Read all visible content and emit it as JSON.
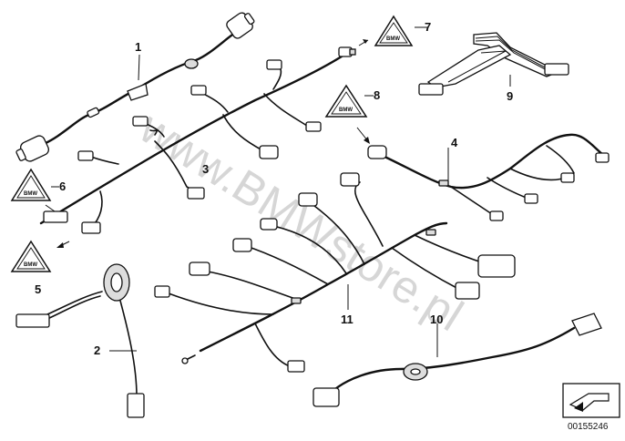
{
  "diagram": {
    "watermark": "www.BMWstore.pl",
    "reference_number": "00155246",
    "part_numbers": {
      "p1": "1",
      "p2": "2",
      "p3": "3",
      "p4": "4",
      "p5": "5",
      "p6": "6",
      "p7": "7",
      "p8": "8",
      "p9": "9",
      "p10": "10",
      "p11": "11"
    },
    "warning_badge_text": "BMW"
  }
}
